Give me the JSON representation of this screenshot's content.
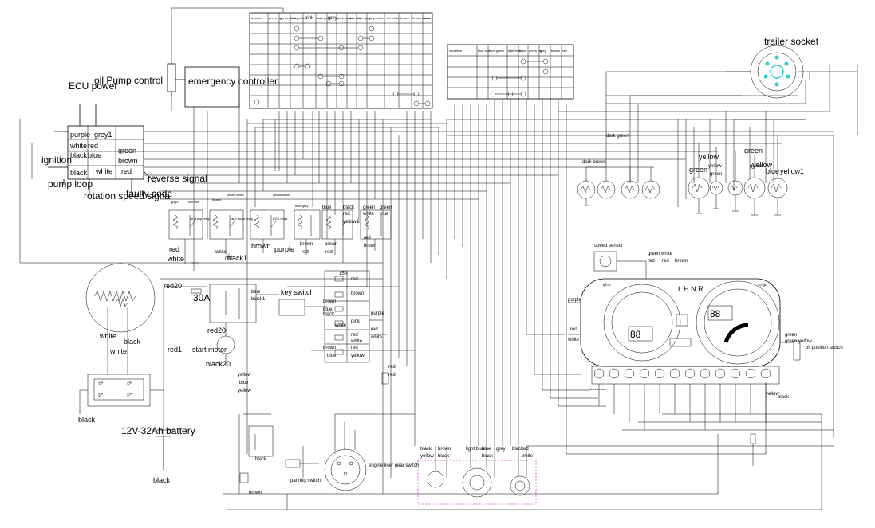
{
  "labels": {
    "ecu_power": "ECU power",
    "oil_pump_control": "oil Pump control",
    "emergency_controller": "emergency controller",
    "ignition": "ignition",
    "pump_loop": "pump loop",
    "rotation_speed_signal": "rotation speed signal",
    "faulty_code": "faulty code",
    "reverse_signal": "reverse signal",
    "trailer_socket": "trailer socket",
    "battery": "12V-32Ah battery",
    "fuse_30a": "30A",
    "start_motor": "start motor",
    "key_switch": "key switch",
    "engine_linear_gear_switch": "engine liner gear switch",
    "parking_switch": "parking switch",
    "oil_position_switch": "oil position switch",
    "speed_sensor": "speed sensor",
    "dark_green": "dark green",
    "dark_brown": "dark brown",
    "lhnr": "L H N R",
    "fuse_15a": "15A"
  },
  "ecu_connector": {
    "purple": "purple",
    "grey1": "grey1",
    "white": "white",
    "red": "red",
    "black": "black",
    "blue": "blue",
    "green": "green",
    "brown": "brown",
    "black2": "black",
    "white2": "white",
    "red2": "red"
  },
  "function_table_headers": [
    "function",
    "green red",
    "green black",
    "red yellow",
    "pink",
    "dark green",
    "grey",
    "dark brown",
    "white red",
    "blue green",
    "grey/yellow",
    "red white",
    "brown",
    "brown black",
    "black"
  ],
  "condition_table_headers": [
    "condition",
    "blue red",
    "blue green",
    "light blue",
    "black",
    "green red",
    "grey",
    "brown",
    "red"
  ],
  "wire_labels": {
    "w01": "white",
    "w02": "white",
    "w03": "black",
    "w04": "black",
    "w05": "red1",
    "w06": "red20",
    "w07": "red20",
    "w08": "black20",
    "w09": "blue",
    "w10": "black1",
    "w11": "yellow",
    "w12": "blue",
    "w13": "red",
    "w14": "white",
    "w15": "black1",
    "w16": "brown",
    "w17": "purple",
    "w18": "red",
    "w19": "brown",
    "w20": "brown",
    "w21": "red",
    "w22": "purple",
    "w23": "red",
    "w24": "white",
    "w25": "green",
    "w26": "yellow",
    "w27": "yellow",
    "w28": "green",
    "w29": "green",
    "w30": "yellow",
    "w31": "blue",
    "w32": "yellow1",
    "w33": "grey1",
    "w34": "red blue",
    "w35": "brown",
    "w36": "yellow white",
    "w37": "yellow white",
    "w38": "blue grey",
    "w39": "blue",
    "w40": "black",
    "w41": "green",
    "w42": "green",
    "w43": "red",
    "w44": "yellow1",
    "w45": "white",
    "w46": "blue",
    "w47": "red",
    "w48": "brown",
    "w49": "green",
    "w50": "white",
    "w51": "red",
    "w52": "red",
    "w53": "brown",
    "w54": "green",
    "w55": "black",
    "w56": "brown",
    "w57": "yellow",
    "w58": "black",
    "w59": "light blue",
    "w60": "blue",
    "w61": "grey",
    "w62": "black",
    "w63": "red",
    "w64": "white",
    "w65": "black",
    "w66": "red",
    "w67": "brown",
    "w68": "yellow",
    "w69": "blue",
    "w70": "pink",
    "w71": "brown",
    "w72": "white",
    "w73": "red",
    "w74": "white",
    "w75": "red",
    "w76": "black",
    "w77": "brown",
    "w78": "blue",
    "w79": "black",
    "w80": "black",
    "w81": "green yellow",
    "w82": "dark brown",
    "w83": "red",
    "w84": "white",
    "w85": "purple",
    "w86": "red",
    "w87": "white",
    "w88": "brown",
    "w89": "black",
    "w90": "yellow",
    "w91": "red",
    "w92": "red",
    "w93": "yellow",
    "w94": "green"
  },
  "relays": [
    "oil pump relay",
    "fault down relay",
    "ECU relay"
  ],
  "cluster_digits": {
    "left": "88",
    "right": "88"
  },
  "colors": {
    "ink": "#000000",
    "dashed_box": "#cc44cc",
    "socket": "#33cccc"
  }
}
